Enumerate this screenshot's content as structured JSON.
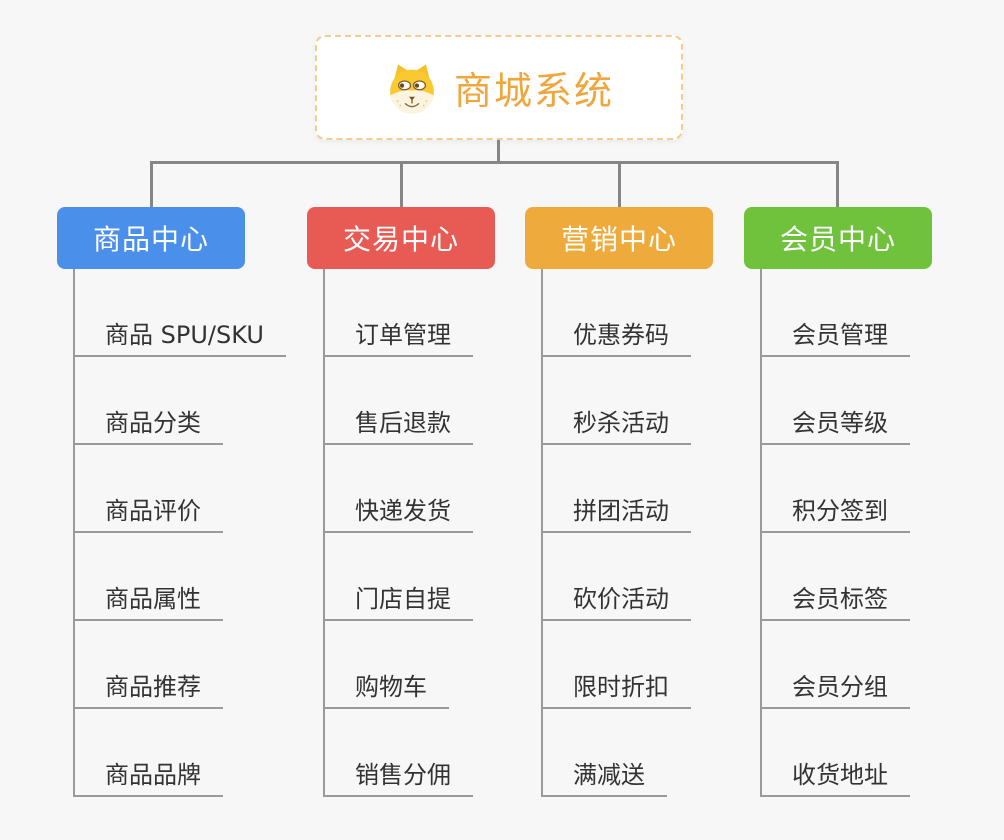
{
  "root": {
    "title": "商城系统",
    "icon": "shiba-dog-icon",
    "title_color": "#f0a63c",
    "border_color": "#f3cd8b"
  },
  "connector_color": "#868686",
  "underline_color": "#9a9a9a",
  "background_color": "#f7f7f7",
  "branches": [
    {
      "id": "product-center",
      "label": "商品中心",
      "color": "#4a8fea",
      "children": [
        "商品 SPU/SKU",
        "商品分类",
        "商品评价",
        "商品属性",
        "商品推荐",
        "商品品牌"
      ]
    },
    {
      "id": "trade-center",
      "label": "交易中心",
      "color": "#e75b54",
      "children": [
        "订单管理",
        "售后退款",
        "快递发货",
        "门店自提",
        "购物车",
        "销售分佣"
      ]
    },
    {
      "id": "marketing-center",
      "label": "营销中心",
      "color": "#eeaa3a",
      "children": [
        "优惠券码",
        "秒杀活动",
        "拼团活动",
        "砍价活动",
        "限时折扣",
        "满减送"
      ]
    },
    {
      "id": "member-center",
      "label": "会员中心",
      "color": "#70c23d",
      "children": [
        "会员管理",
        "会员等级",
        "积分签到",
        "会员标签",
        "会员分组",
        "收货地址"
      ]
    }
  ]
}
